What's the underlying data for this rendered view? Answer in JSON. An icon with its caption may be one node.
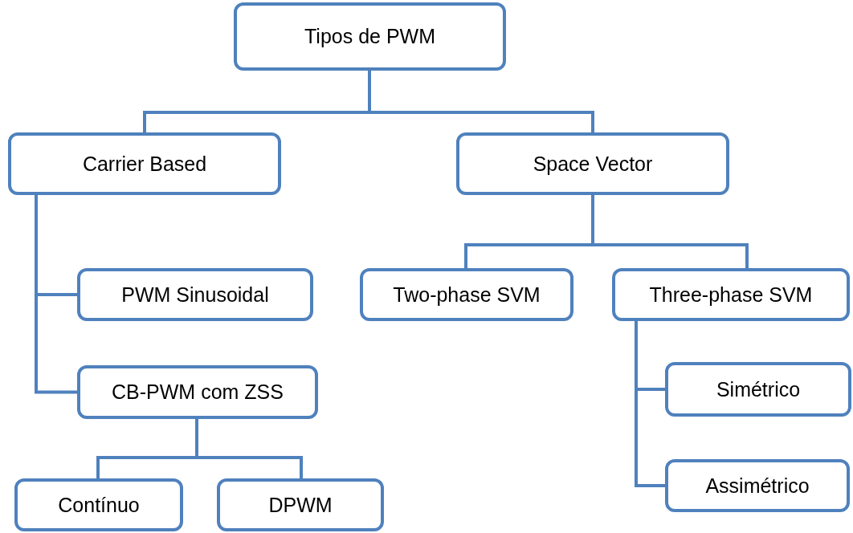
{
  "diagram": {
    "nodes": [
      {
        "text": [
          "Tipos de PWM"
        ]
      },
      {
        "text": [
          "Carrier Based"
        ]
      },
      {
        "text": [
          "Space Vector"
        ]
      },
      {
        "text": [
          "PWM Sinusoidal"
        ]
      },
      {
        "text": [
          "CB-PWM com ZSS"
        ]
      },
      {
        "text": [
          "Contínuo"
        ]
      },
      {
        "text": [
          "DPWM"
        ]
      },
      {
        "text": [
          "Two-phase SVM"
        ]
      },
      {
        "text": [
          "Three-phase SVM"
        ]
      },
      {
        "text": [
          "Simétrico"
        ]
      },
      {
        "text": [
          "Assimétrico"
        ]
      }
    ],
    "edges": [
      {
        "from": 0,
        "to": 1,
        "arrow": "none"
      },
      {
        "from": 0,
        "to": 2,
        "arrow": "none"
      },
      {
        "from": 1,
        "to": 3,
        "arrow": "none"
      },
      {
        "from": 1,
        "to": 4,
        "arrow": "none"
      },
      {
        "from": 4,
        "to": 5,
        "arrow": "none"
      },
      {
        "from": 4,
        "to": 6,
        "arrow": "none"
      },
      {
        "from": 2,
        "to": 7,
        "arrow": "none"
      },
      {
        "from": 2,
        "to": 8,
        "arrow": "none"
      },
      {
        "from": 8,
        "to": 9,
        "arrow": "none"
      },
      {
        "from": 8,
        "to": 10,
        "arrow": "none"
      }
    ]
  }
}
